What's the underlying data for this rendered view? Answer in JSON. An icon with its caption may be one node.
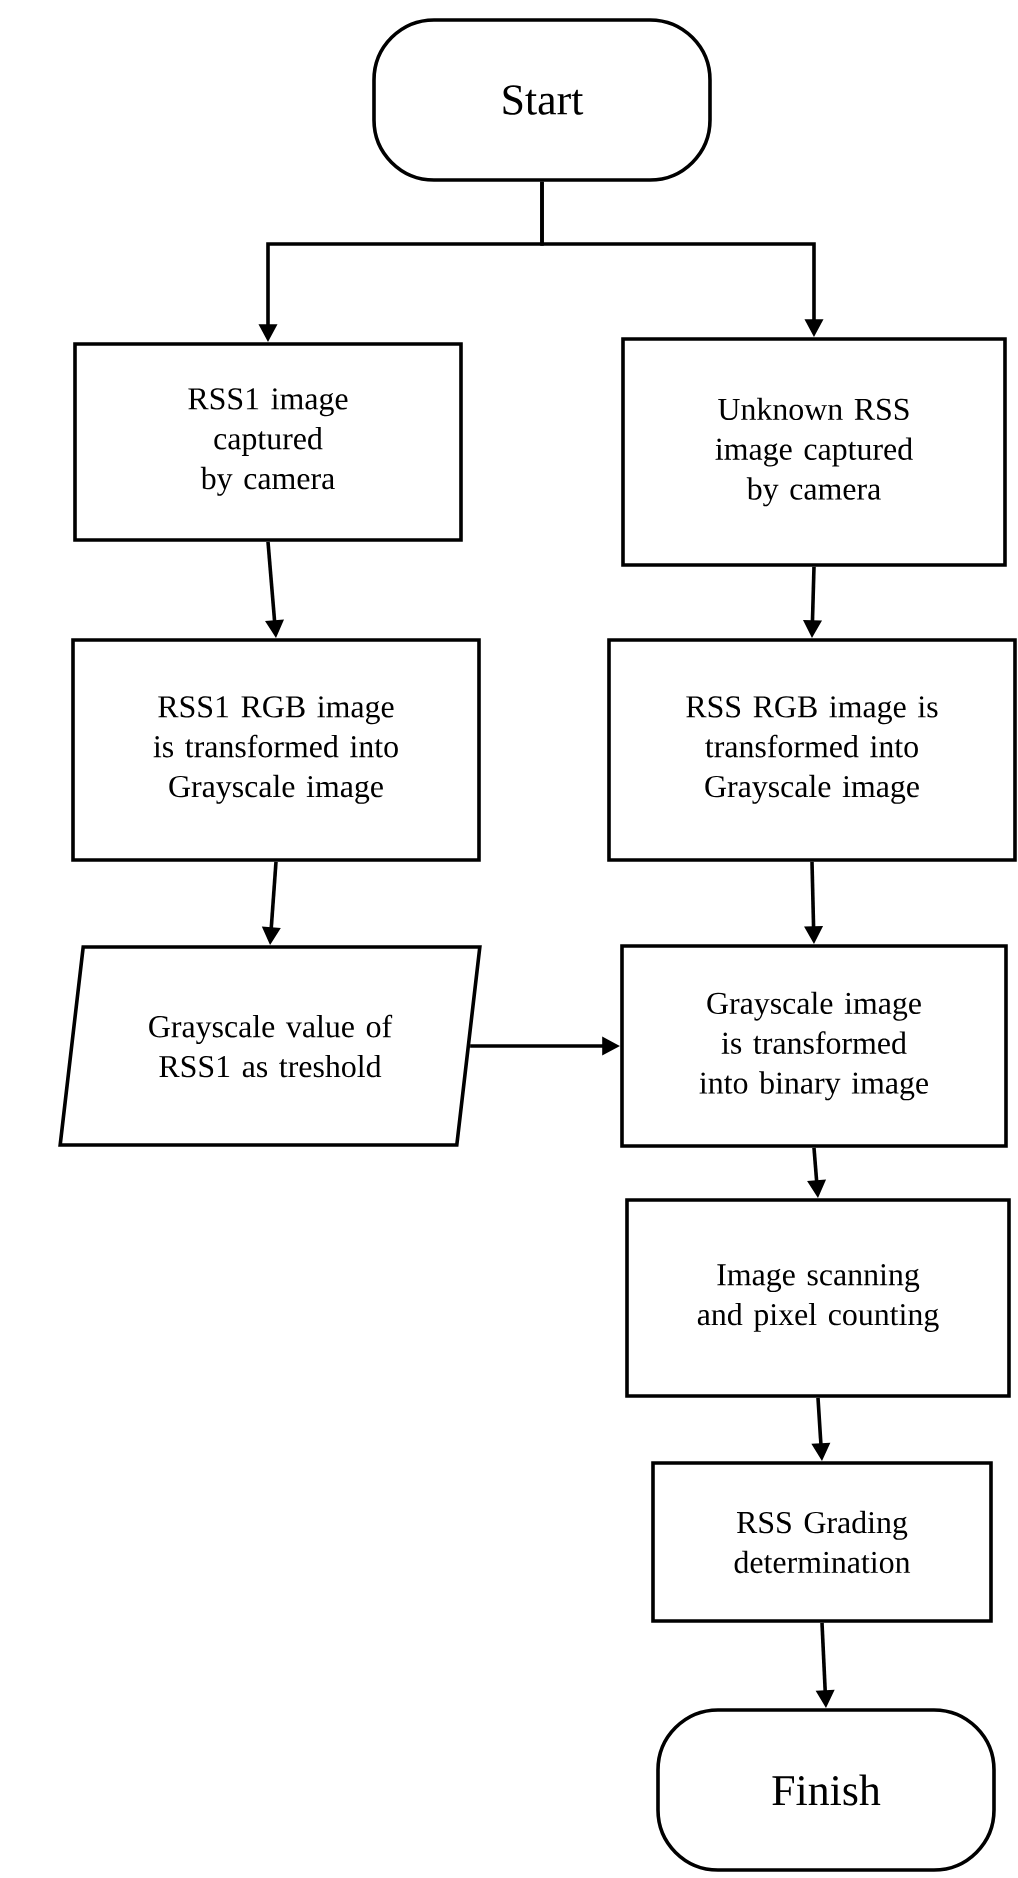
{
  "diagram": {
    "nodes": [
      {
        "text": [
          "Start"
        ]
      },
      {
        "text": [
          "RSS1 image captured by camera"
        ]
      },
      {
        "text": [
          "Unknown RSS image captured by camera"
        ]
      },
      {
        "text": [
          "RSS1 RGB image is transformed into Grayscale image"
        ]
      },
      {
        "text": [
          "RSS RGB image is transformed into Grayscale image"
        ]
      },
      {
        "text": [
          "Grayscale value of RSS1 as treshold"
        ]
      },
      {
        "text": [
          "Grayscale image is transformed into binary image"
        ]
      },
      {
        "text": [
          "Image scanning and pixel counting"
        ]
      },
      {
        "text": [
          "RSS Grading determination"
        ]
      },
      {
        "text": [
          "Finish"
        ]
      }
    ],
    "edges": [
      {
        "from": 0,
        "to": 1,
        "arrow": "to"
      },
      {
        "from": 0,
        "to": 2,
        "arrow": "to"
      },
      {
        "from": 1,
        "to": 3,
        "arrow": "to"
      },
      {
        "from": 2,
        "to": 4,
        "arrow": "to"
      },
      {
        "from": 3,
        "to": 5,
        "arrow": "to"
      },
      {
        "from": 4,
        "to": 6,
        "arrow": "to"
      },
      {
        "from": 5,
        "to": 6,
        "arrow": "to"
      },
      {
        "from": 6,
        "to": 7,
        "arrow": "to"
      },
      {
        "from": 7,
        "to": 8,
        "arrow": "to"
      },
      {
        "from": 8,
        "to": 9,
        "arrow": "to"
      }
    ]
  }
}
